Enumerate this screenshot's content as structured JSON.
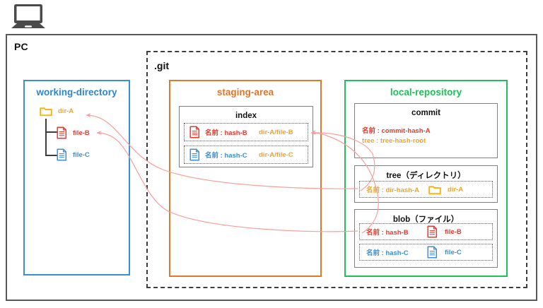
{
  "page": {
    "title": "Git objects structure diagram",
    "pc_label": "PC",
    "git_label": ".git"
  },
  "colors": {
    "blue": "#3C8FD4",
    "orange": "#E2772C",
    "green": "#20BE5C",
    "red": "#F0372B",
    "gold": "#F7B518",
    "amber": "#F2A42B",
    "grey": "#808080",
    "dark": "#3d3d3d",
    "arrow": "#F6A09A"
  },
  "icons": {
    "laptop": "laptop-icon",
    "folder": "folder-icon",
    "file": "file-icon"
  },
  "working_directory": {
    "title": "working-directory",
    "tree": [
      {
        "label": "dir-A",
        "icon": "folder-icon",
        "color": "#F2A42B",
        "icon_color": "#F7B518",
        "level": 0
      },
      {
        "label": "file-B",
        "icon": "file-icon",
        "color": "#F0372B",
        "icon_color": "#F0372B",
        "level": 1
      },
      {
        "label": "file-C",
        "icon": "file-icon",
        "color": "#3C8FD4",
        "icon_color": "#3C8FD4",
        "level": 1
      }
    ]
  },
  "staging_area": {
    "title": "staging-area",
    "index": {
      "title": "index",
      "rows": [
        {
          "icon": "file-icon",
          "icon_color": "#F0372B",
          "name": "名前 : hash-B",
          "name_color": "#F0372B",
          "path": "dir-A/file-B",
          "path_color": "#F2A42B"
        },
        {
          "icon": "file-icon",
          "icon_color": "#3C8FD4",
          "name": "名前 : hash-C",
          "name_color": "#3C8FD4",
          "path": "dir-A/file-C",
          "path_color": "#F2A42B"
        }
      ]
    }
  },
  "local_repository": {
    "title": "local-repository",
    "commit": {
      "title": "commit",
      "name": "名前 : commit-hash-A",
      "tree": "tree  :  tree-hash-root"
    },
    "tree": {
      "title": "tree（ディレクトリ）",
      "rows": [
        {
          "name": "名前 : dir-hash-A",
          "name_color": "#F2A42B",
          "icon": "folder-icon",
          "icon_color": "#F7B518",
          "label": "dir-A",
          "label_color": "#F2A42B"
        }
      ]
    },
    "blob": {
      "title": "blob（ファイル）",
      "rows": [
        {
          "name": "名前 : hash-B",
          "name_color": "#F0372B",
          "icon": "file-icon",
          "icon_color": "#F0372B",
          "label": "file-B",
          "label_color": "#F0372B"
        },
        {
          "name": "名前 : hash-C",
          "name_color": "#3C8FD4",
          "icon": "file-icon",
          "icon_color": "#3C8FD4",
          "label": "file-C",
          "label_color": "#3C8FD4"
        }
      ]
    }
  },
  "arrows": [
    {
      "name": "arrow-tree-to-dir-a",
      "from": "local-repository.tree.dir-hash-A",
      "to": "working-directory.dir-A"
    },
    {
      "name": "arrow-blob-to-file-b",
      "from": "local-repository.blob.hash-B",
      "to": "working-directory.file-B"
    },
    {
      "name": "arrow-blob-b-to-index-b",
      "from": "local-repository.blob.hash-B",
      "to": "staging-area.index.hash-B"
    },
    {
      "name": "arrow-tree-a-to-index-b",
      "from": "local-repository.tree.dir-hash-A",
      "to": "staging-area.index.hash-B"
    }
  ]
}
